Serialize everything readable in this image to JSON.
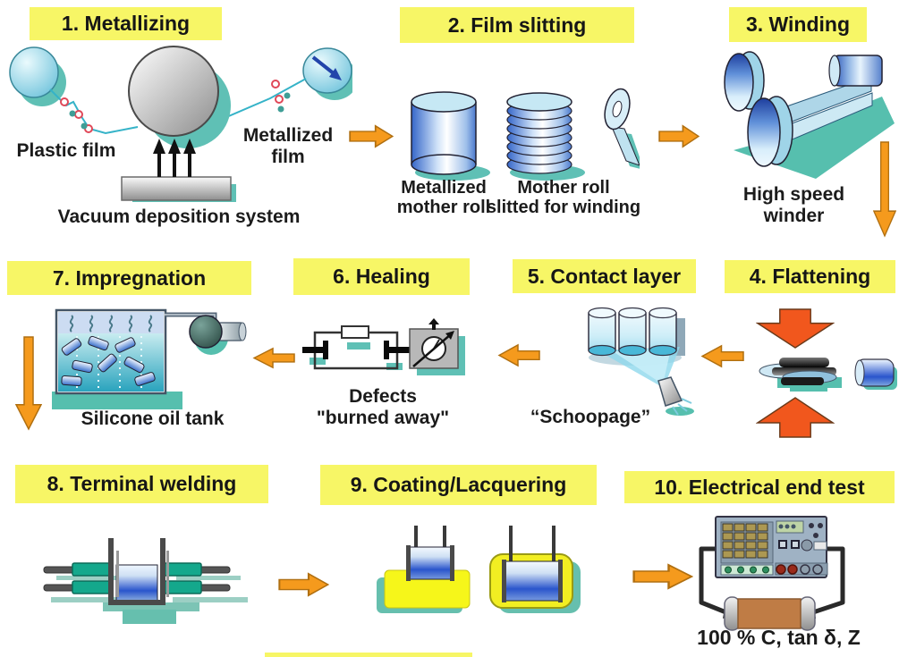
{
  "diagram": {
    "subject": "metallized film capacitor manufacturing process flow",
    "colors": {
      "banner_bg": "#f7f666",
      "text": "#161616",
      "flow_arrow_fill": "#f59a1d",
      "flow_arrow_edge": "#b06f10",
      "press_arrow_fill": "#f1571d",
      "shadow_teal": "#5fc0b5",
      "film_blue": "#2a55cc",
      "background": "#ffffff"
    },
    "steps": {
      "s1": {
        "title": "1. Metallizing",
        "label_plastic_film": "Plastic film",
        "label_metallized_1": "Metallized",
        "label_metallized_2": "film",
        "label_vacuum": "Vacuum deposition system"
      },
      "s2": {
        "title": "2. Film slitting",
        "label_mother_1": "Metallized",
        "label_mother_2": "mother roll",
        "label_slitted_1": "Mother roll",
        "label_slitted_2": "slitted for winding"
      },
      "s3": {
        "title": "3. Winding",
        "label_winder_1": "High speed",
        "label_winder_2": "winder"
      },
      "s4": {
        "title": "4. Flattening"
      },
      "s5": {
        "title": "5. Contact layer",
        "label_schoopage": "“Schoopage”"
      },
      "s6": {
        "title": "6. Healing",
        "label_defects_1": "Defects",
        "label_defects_2": "\"burned away\""
      },
      "s7": {
        "title": "7. Impregnation",
        "label_tank": "Silicone oil tank"
      },
      "s8": {
        "title": "8. Terminal welding"
      },
      "s9": {
        "title": "9. Coating/Lacquering"
      },
      "s10": {
        "title": "10. Electrical end test",
        "label_test": "100 % C, tan δ, Z"
      }
    }
  }
}
